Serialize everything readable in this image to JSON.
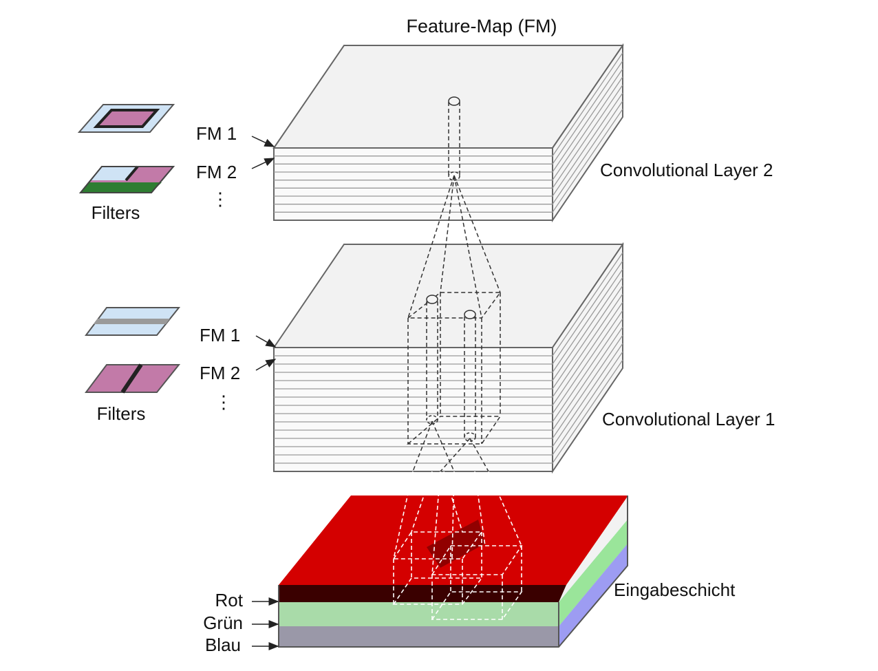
{
  "title": "Feature-Map (FM)",
  "layers": {
    "conv2": {
      "label": "Convolutional Layer 2",
      "fm1": "FM 1",
      "fm2": "FM 2",
      "filters": "Filters"
    },
    "conv1": {
      "label": "Convolutional Layer 1",
      "fm1": "FM 1",
      "fm2": "FM 2",
      "filters": "Filters"
    },
    "input": {
      "label": "Eingabeschicht"
    }
  },
  "channels": {
    "red": {
      "label": "Rot",
      "color": "#e8000b"
    },
    "green": {
      "label": "Grün",
      "color": "#1fb04a"
    },
    "blue": {
      "label": "Blau",
      "color": "#1a6fc0"
    }
  },
  "colors": {
    "filter_blue": "#cfe3f5",
    "filter_pink": "#c27aa8",
    "filter_green": "#2e7d32",
    "input_red": "#d40000",
    "input_green": "#9ae59a",
    "input_blue": "#9d9cf2"
  }
}
